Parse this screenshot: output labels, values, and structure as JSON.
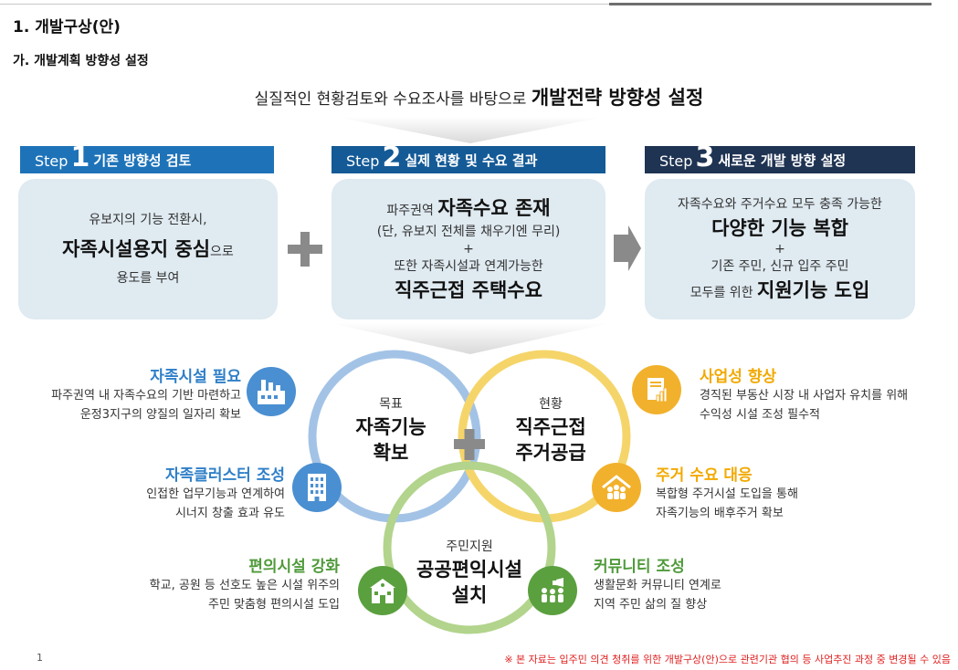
{
  "header": {
    "title": "1. 개발구상(안)",
    "subtitle": "가. 개발계획 방향성 설정"
  },
  "headline": {
    "prefix": "실질적인 현황검토와 수요조사를 바탕으로 ",
    "emphasis": "개발전략 방향성 설정"
  },
  "steps": [
    {
      "word": "Step",
      "number": "1",
      "title": "기존 방향성 검토",
      "color": "#1e73b8",
      "line1": "유보지의 기능 전환시,",
      "big": "자족시설용지 중심",
      "big_suffix": "으로",
      "line3": "용도를 부여"
    },
    {
      "word": "Step",
      "number": "2",
      "title": "실제 현황 및 수요 결과",
      "color": "#145a96",
      "line1_prefix": "파주권역 ",
      "line1_big": "자족수요 존재",
      "line2": "(단, 유보지 전체를 채우기엔 무리)",
      "plus": "+",
      "line3": "또한 자족시설과 연계가능한",
      "big2": "직주근접 주택수요"
    },
    {
      "word": "Step",
      "number": "3",
      "title": "새로운 개발 방향 설정",
      "color": "#1f3352",
      "line1": "자족수요와 주거수요 모두 충족 가능한",
      "big": "다양한 기능 복합",
      "plus": "+",
      "line3": "기존 주민, 신규 입주 주민",
      "line4_prefix": "모두를 위한 ",
      "line4_big": "지원기능 도입"
    }
  ],
  "venn": {
    "left": {
      "label": "목표",
      "big1": "자족기능",
      "big2": "확보",
      "color": "#a3c3e6"
    },
    "right": {
      "label": "현황",
      "big1": "직주근접",
      "big2": "주거공급",
      "color": "#f5d56a"
    },
    "bottom": {
      "label": "주민지원",
      "big1": "공공편익시설",
      "big2": "설치",
      "color": "#b2d48c"
    },
    "center_plus_color": "#8a8a8a"
  },
  "features": {
    "left": [
      {
        "title": "자족시설 필요",
        "desc1": "파주권역 내 자족수요의 기반 마련하고",
        "desc2": "운정3지구의 양질의 일자리 확보",
        "color": "#2f7fc8",
        "icon": "factory-icon"
      },
      {
        "title": "자족클러스터 조성",
        "desc1": "인접한 업무기능과 연계하여",
        "desc2": "시너지 창출 효과 유도",
        "color": "#2f7fc8",
        "icon": "office-building-icon"
      },
      {
        "title": "편의시설 강화",
        "desc1": "학교, 공원 등 선호도 높은 시설 위주의",
        "desc2": "주민 맞춤형 편의시설 도입",
        "color": "#4f9a3a",
        "icon": "school-icon"
      }
    ],
    "right": [
      {
        "title": "사업성 향상",
        "desc1": "경직된 부동산 시장 내 사업자 유치를 위해",
        "desc2": "수익성 시설 조성 필수적",
        "color": "#f2a900",
        "icon": "document-chart-icon"
      },
      {
        "title": "주거 수요 대응",
        "desc1": "복합형 주거시설 도입을 통해",
        "desc2": "자족기능의 배후주거 확보",
        "color": "#f2a900",
        "icon": "house-people-icon"
      },
      {
        "title": "커뮤니티 조성",
        "desc1": "생활문화 커뮤니티 연계로",
        "desc2": "지역 주민 삶의 질 향상",
        "color": "#4f9a3a",
        "icon": "community-icon"
      }
    ]
  },
  "footer": {
    "page": "1",
    "note": "※ 본 자료는 입주민 의견 청취를 위한 개발구상(안)으로 관련기관 협의 등 사업추진 과정 중 변경될 수 있음"
  }
}
